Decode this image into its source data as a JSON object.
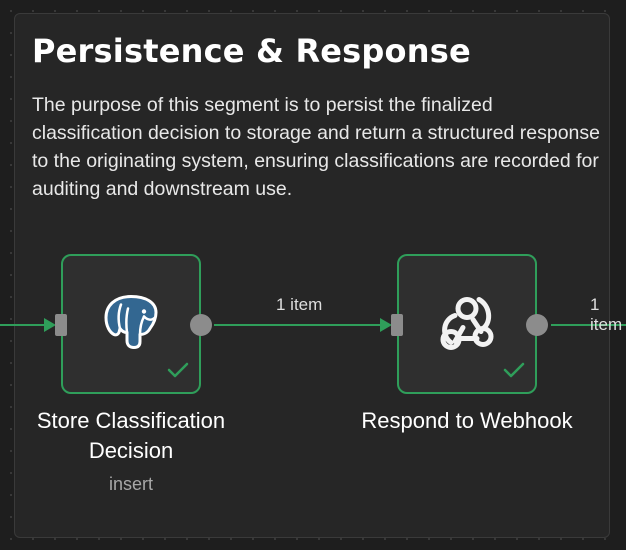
{
  "sticky": {
    "title": "Persistence & Response",
    "description": "The purpose of this segment is to persist the finalized classification decision to storage and return a structured response to the originating system, ensuring classifications are recorded for auditing and downstream use."
  },
  "nodes": [
    {
      "label": "Store Classification Decision",
      "subtitle": "insert",
      "icon": "postgres-elephant-icon",
      "status": "success"
    },
    {
      "label": "Respond to Webhook",
      "icon": "webhook-icon",
      "status": "success"
    }
  ],
  "edges": [
    {
      "label": "1 item"
    },
    {
      "label": "1 item"
    }
  ],
  "colors": {
    "canvas": "#1e1e1e",
    "node_border": "#2f9e5a",
    "connection": "#2f9e5a",
    "handle": "#8c8c8c"
  }
}
